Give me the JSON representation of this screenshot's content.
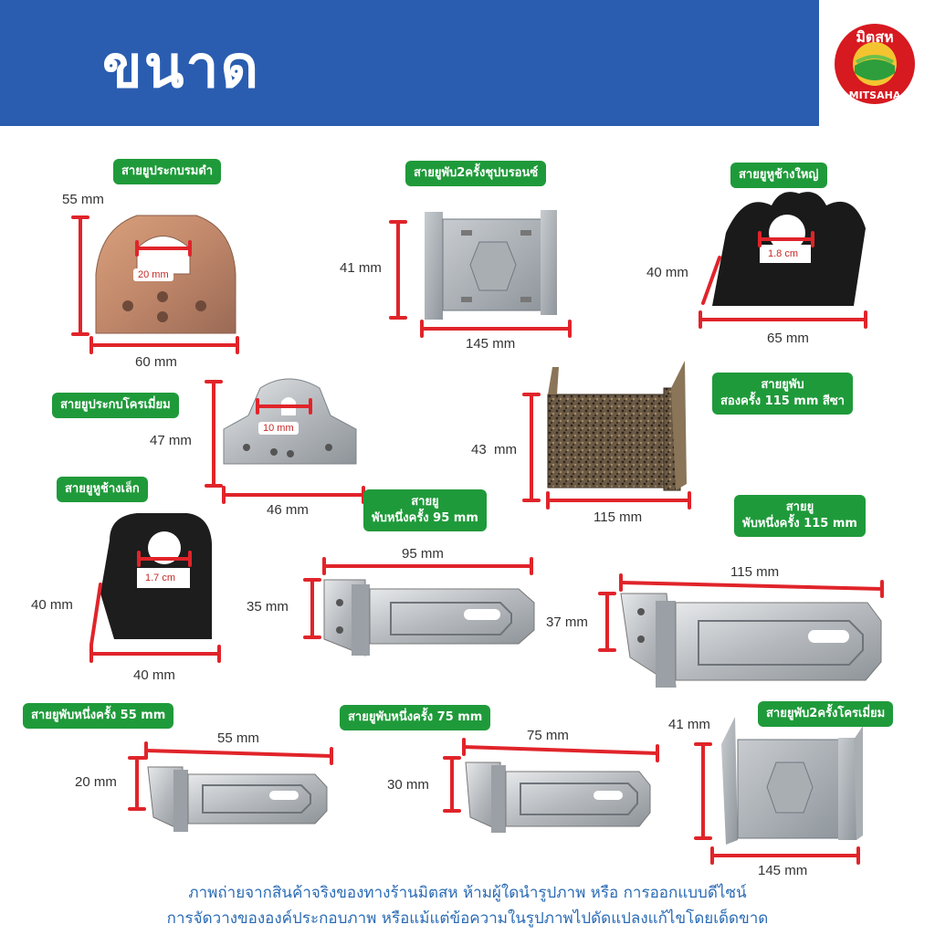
{
  "header": {
    "title": "ขนาด"
  },
  "logo": {
    "top_text": "มิตสห",
    "bottom_text": "MITSAHA"
  },
  "colors": {
    "header_bg": "#2a5db0",
    "label_bg": "#1f9a3a",
    "dim_line": "#e0242a",
    "footer_text": "#2a6bb5"
  },
  "products": [
    {
      "label": "สายยูประกบรมดำ",
      "height": "55 mm",
      "width": "60 mm",
      "inner": "20 mm"
    },
    {
      "label": "สายยูพับ2ครั้งชุปบรอนซ์",
      "height": "41 mm",
      "width": "145 mm"
    },
    {
      "label": "สายยูหูช้างใหญ่",
      "height": "40 mm",
      "width": "65 mm",
      "inner": "1.8 cm"
    },
    {
      "label": "สายยูประกบโครเมี่ยม",
      "height": "47 mm",
      "width": "46 mm",
      "inner": "10 mm"
    },
    {
      "label_line1": "สายยูพับ",
      "label_line2": "สองครั้ง 115 mm สีซา",
      "height": "43  mm",
      "width": "115 mm"
    },
    {
      "label": "สายยูหูช้างเล็ก",
      "height": "40 mm",
      "width": "40 mm",
      "inner": "1.7 cm"
    },
    {
      "label_line1": "สายยู",
      "label_line2": "พับหนึ่งครั้ง 95 mm",
      "height": "35 mm",
      "width": "95 mm"
    },
    {
      "label_line1": "สายยู",
      "label_line2": "พับหนึ่งครั้ง 115 mm",
      "height": "37 mm",
      "width": "115 mm"
    },
    {
      "label": "สายยูพับหนึ่งครั้ง 55 mm",
      "height": "20 mm",
      "width": "55 mm"
    },
    {
      "label": "สายยูพับหนึ่งครั้ง 75 mm",
      "height": "30 mm",
      "width": "75 mm"
    },
    {
      "label": "สายยูพับ2ครั้งโครเมี่ยม",
      "height": "41 mm",
      "width": "145 mm"
    }
  ],
  "footer": {
    "line1": "ภาพถ่ายจากสินค้าจริงของทางร้านมิตสห ห้ามผู้ใดนำรูปภาพ หรือ การออกแบบดีไซน์",
    "line2": "การจัดวางขององค์ประกอบภาพ หรือแม้แต่ข้อความในรูปภาพไปดัดแปลงแก้ไขโดยเด็ดขาด"
  }
}
